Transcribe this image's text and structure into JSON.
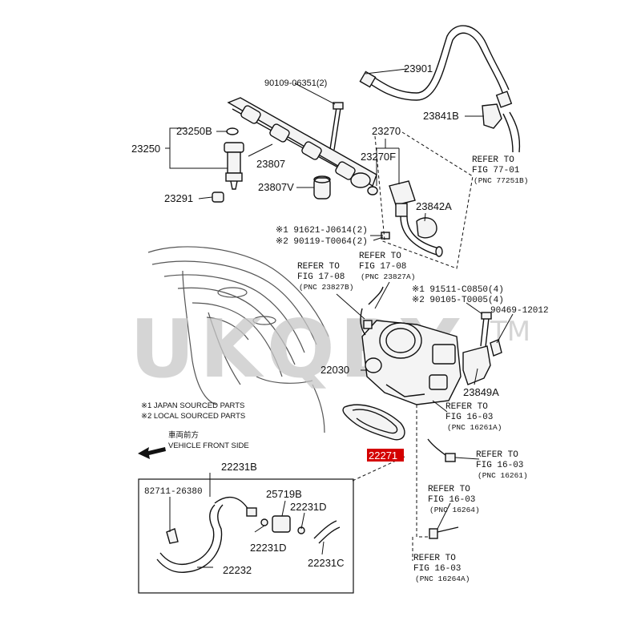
{
  "watermark": {
    "text": "UKQBY",
    "mark": "TM"
  },
  "labels": {
    "p23901": "23901",
    "p90109": "90109-06351(2)",
    "p23841b": "23841B",
    "p23250b": "23250B",
    "p23270": "23270",
    "p23250": "23250",
    "p23270f": "23270F",
    "p23807": "23807",
    "p23807v": "23807V",
    "p23291": "23291",
    "p23842a": "23842A",
    "p91621": "※1 91621-J0614(2)",
    "p90119": "※2 90119-T0064(2)",
    "p91511": "※1 91511-C0850(4)",
    "p90105": "※2 90105-T0005(4)",
    "p90469": "90469-12012",
    "p22030": "22030",
    "p23849a": "23849A",
    "p22271": "22271",
    "p22231b": "22231B",
    "p82711": "82711-26380",
    "p25719b": "25719B",
    "p22231d_a": "22231D",
    "p22231d_b": "22231D",
    "p22232": "22232",
    "p22231c": "22231C"
  },
  "refs": [
    {
      "l1": "REFER TO",
      "l2": "FIG 77-01",
      "l3": "(PNC 77251B)"
    },
    {
      "l1": "REFER TO",
      "l2": "FIG 17-08",
      "l3": "(PNC 23827B)"
    },
    {
      "l1": "REFER TO",
      "l2": "FIG 17-08",
      "l3": "(PNC 23827A)"
    },
    {
      "l1": "REFER TO",
      "l2": "FIG 16-03",
      "l3": "(PNC 16261A)"
    },
    {
      "l1": "REFER TO",
      "l2": "FIG 16-03",
      "l3": "(PNC 16261)"
    },
    {
      "l1": "REFER TO",
      "l2": "FIG 16-03",
      "l3": "(PNC 16264)"
    },
    {
      "l1": "REFER TO",
      "l2": "FIG 16-03",
      "l3": "(PNC 16264A)"
    }
  ],
  "notes": {
    "japan": "※1 JAPAN SOURCED PARTS",
    "local": "※2 LOCAL SOURCED PARTS",
    "front_jp": "車両前方",
    "front_en": "VEHICLE FRONT SIDE"
  },
  "colors": {
    "highlight": "#d40000",
    "line": "#111111",
    "watermark": "#c8c8c8"
  }
}
